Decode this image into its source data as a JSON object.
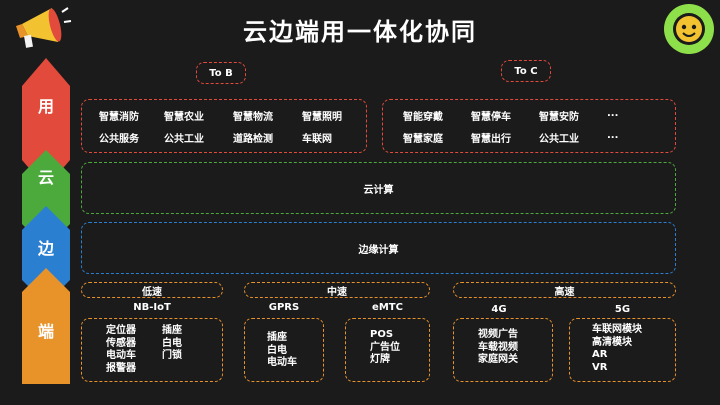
{
  "title": "云边端用一体化协同",
  "side_labels": [
    "用",
    "云",
    "边",
    "端"
  ],
  "colors": {
    "red": "#e24a3b",
    "green": "#4caa3c",
    "blue": "#2a7fd0",
    "orange": "#e8922a"
  },
  "to_b": "To B",
  "to_c": "To C",
  "tob_items": [
    "智慧消防",
    "智慧农业",
    "智慧物流",
    "智慧照明",
    "公共服务",
    "公共工业",
    "道路检测",
    "车联网"
  ],
  "toc_items": [
    "智能穿戴",
    "智慧停车",
    "智慧安防",
    "...",
    "智慧家庭",
    "智慧出行",
    "公共工业",
    "..."
  ],
  "cloud": "云计算",
  "edge": "边缘计算",
  "speeds": [
    "低速",
    "中速",
    "高速"
  ],
  "networks": [
    "NB-IoT",
    "GPRS",
    "eMTC",
    "4G",
    "5G"
  ],
  "devices": [
    {
      "col1": [
        "定位器",
        "传感器",
        "电动车",
        "报警器"
      ],
      "col2": [
        "插座",
        "白电",
        "门锁"
      ]
    },
    {
      "col1": [
        "插座",
        "白电",
        "电动车"
      ]
    },
    {
      "col1": [
        "POS",
        "广告位",
        "灯牌"
      ]
    },
    {
      "col1": [
        "视频广告",
        "车载视频",
        "家庭网关"
      ]
    },
    {
      "col1": [
        "车联网模块",
        "高清模块",
        "AR",
        "VR"
      ]
    }
  ]
}
